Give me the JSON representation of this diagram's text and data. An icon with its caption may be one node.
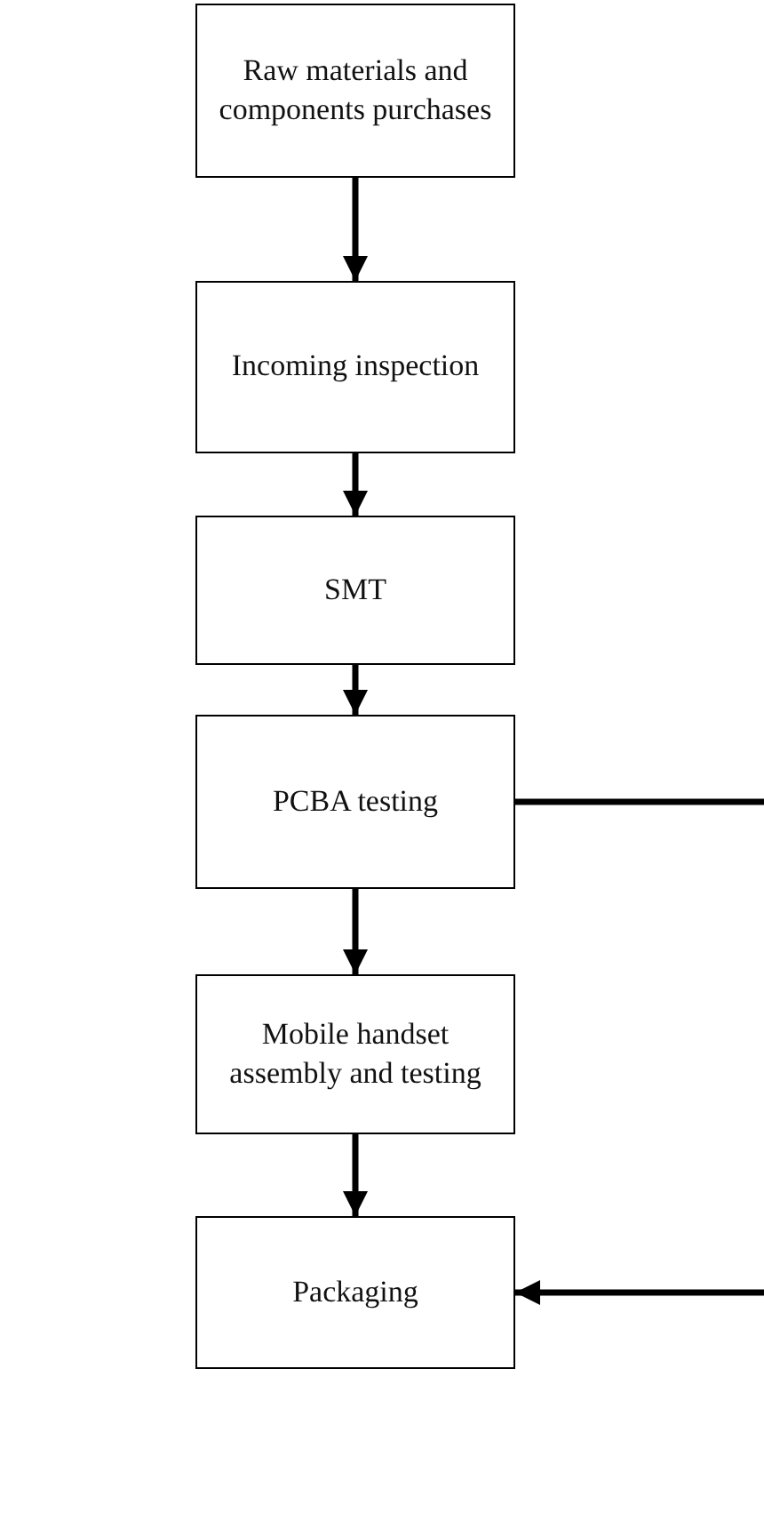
{
  "diagram": {
    "nodes": [
      {
        "text": [
          "Raw materials and components purchases"
        ]
      },
      {
        "text": [
          "Incoming inspection"
        ]
      },
      {
        "text": [
          "SMT"
        ]
      },
      {
        "text": [
          "PCBA testing"
        ]
      },
      {
        "text": [
          "Mobile handset assembly and testing"
        ]
      },
      {
        "text": [
          "Packaging"
        ]
      }
    ],
    "edges": [
      {
        "from": 0,
        "to": 1,
        "arrow": "to"
      },
      {
        "from": 1,
        "to": 2,
        "arrow": "to"
      },
      {
        "from": 2,
        "to": 3,
        "arrow": "to"
      },
      {
        "from": 3,
        "to": 4,
        "arrow": "to"
      },
      {
        "from": 4,
        "to": 5,
        "arrow": "to"
      },
      {
        "from": 3,
        "to": null,
        "arrow": "none"
      },
      {
        "from": null,
        "to": 5,
        "arrow": "to"
      }
    ]
  }
}
